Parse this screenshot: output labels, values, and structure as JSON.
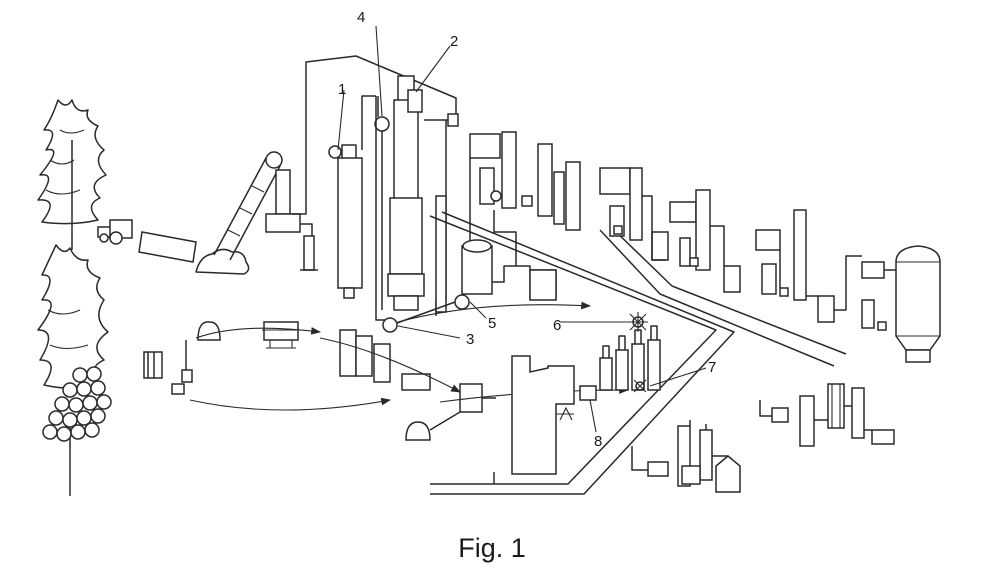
{
  "caption": "Fig. 1",
  "labels": [
    {
      "id": "1",
      "text": "1"
    },
    {
      "id": "2",
      "text": "2"
    },
    {
      "id": "3",
      "text": "3"
    },
    {
      "id": "4",
      "text": "4"
    },
    {
      "id": "5",
      "text": "5"
    },
    {
      "id": "6",
      "text": "6"
    },
    {
      "id": "7",
      "text": "7"
    },
    {
      "id": "8",
      "text": "8"
    }
  ],
  "colors": {
    "ink": "#2a2a2a",
    "background": "#ffffff"
  }
}
